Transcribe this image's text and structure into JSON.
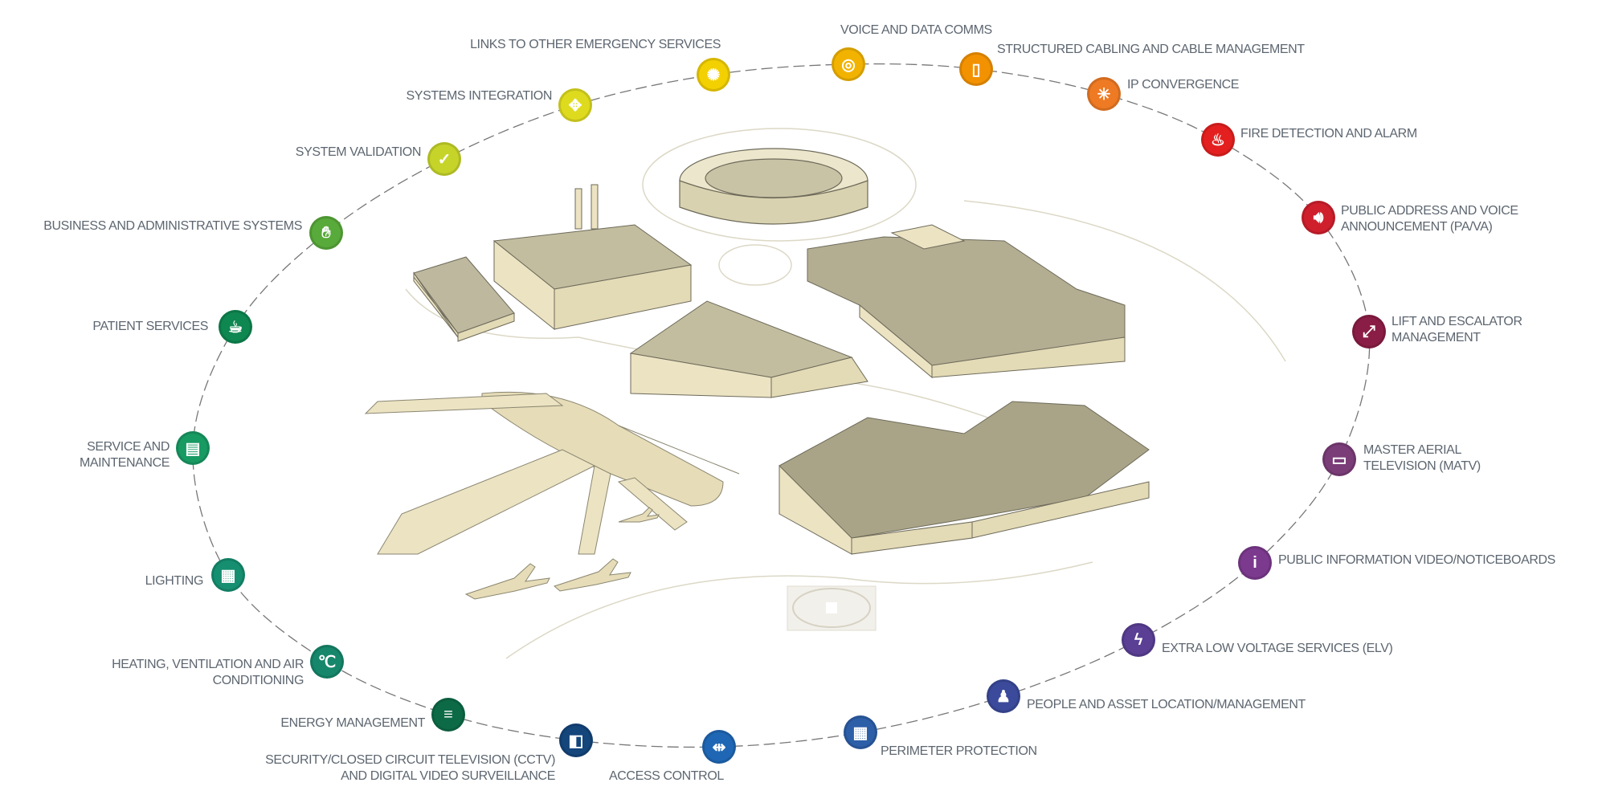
{
  "title": "Integrated building systems services",
  "services": [
    {
      "id": "links",
      "lines": [
        "LINKS TO OTHER EMERGENCY SERVICES"
      ],
      "color": "#f3d000",
      "icon": "siren-icon"
    },
    {
      "id": "voice",
      "lines": [
        "VOICE AND DATA COMMS"
      ],
      "color": "#f2b300",
      "icon": "signal-spiral-icon"
    },
    {
      "id": "cabling",
      "lines": [
        "STRUCTURED CABLING AND CABLE MANAGEMENT"
      ],
      "color": "#f39200",
      "icon": "cable-socket-icon"
    },
    {
      "id": "ip",
      "lines": [
        "IP CONVERGENCE"
      ],
      "color": "#ee7a24",
      "icon": "convergence-icon"
    },
    {
      "id": "fire",
      "lines": [
        "FIRE DETECTION AND ALARM"
      ],
      "color": "#e3201f",
      "icon": "flame-icon"
    },
    {
      "id": "pava",
      "lines": [
        "PUBLIC ADDRESS AND VOICE",
        "ANNOUNCEMENT (PA/VA)"
      ],
      "color": "#cf1f2d",
      "icon": "speaker-icon"
    },
    {
      "id": "lift",
      "lines": [
        "LIFT AND ESCALATOR",
        "MANAGEMENT"
      ],
      "color": "#8a1d45",
      "icon": "escalator-icon"
    },
    {
      "id": "matv",
      "lines": [
        "MASTER AERIAL",
        "TELEVISION (MATV)"
      ],
      "color": "#7a3d78",
      "icon": "tv-antenna-icon"
    },
    {
      "id": "pinfo",
      "lines": [
        "PUBLIC INFORMATION VIDEO/NOTICEBOARDS"
      ],
      "color": "#7c3a8e",
      "icon": "info-board-icon"
    },
    {
      "id": "elv",
      "lines": [
        "EXTRA LOW VOLTAGE SERVICES (ELV)"
      ],
      "color": "#5a3f94",
      "icon": "lightning-elv-icon"
    },
    {
      "id": "people",
      "lines": [
        "PEOPLE AND ASSET LOCATION/MANAGEMENT"
      ],
      "color": "#3b4a9b",
      "icon": "person-tracking-icon"
    },
    {
      "id": "perimeter",
      "lines": [
        "PERIMETER PROTECTION"
      ],
      "color": "#2d5ea8",
      "icon": "fence-icon"
    },
    {
      "id": "access",
      "lines": [
        "ACCESS CONTROL"
      ],
      "color": "#1f67b4",
      "icon": "door-access-icon"
    },
    {
      "id": "cctv",
      "lines": [
        "SECURITY/CLOSED CIRCUIT TELEVISION (CCTV)",
        "AND DIGITAL VIDEO SURVEILLANCE"
      ],
      "color": "#14457b",
      "icon": "cctv-camera-icon"
    },
    {
      "id": "energy",
      "lines": [
        "ENERGY MANAGEMENT"
      ],
      "color": "#0d6a47",
      "icon": "energy-meter-icon"
    },
    {
      "id": "hvac",
      "lines": [
        "HEATING, VENTILATION AND AIR",
        "CONDITIONING"
      ],
      "color": "#16876b",
      "icon": "temperature-icon"
    },
    {
      "id": "lighting",
      "lines": [
        "LIGHTING"
      ],
      "color": "#158f70",
      "icon": "light-panel-icon"
    },
    {
      "id": "service",
      "lines": [
        "SERVICE AND",
        "MAINTENANCE"
      ],
      "color": "#189a63",
      "icon": "maintenance-icon"
    },
    {
      "id": "patient",
      "lines": [
        "PATIENT SERVICES"
      ],
      "color": "#0f8750",
      "icon": "cup-icon"
    },
    {
      "id": "business",
      "lines": [
        "BUSINESS AND ADMINISTRATIVE SYSTEMS"
      ],
      "color": "#58aa3a",
      "icon": "handshake-icon"
    },
    {
      "id": "validation",
      "lines": [
        "SYSTEM VALIDATION"
      ],
      "color": "#c6d42a",
      "icon": "checkmark-icon"
    },
    {
      "id": "integration",
      "lines": [
        "SYSTEMS INTEGRATION"
      ],
      "color": "#dedb1f",
      "icon": "integration-icon"
    }
  ]
}
